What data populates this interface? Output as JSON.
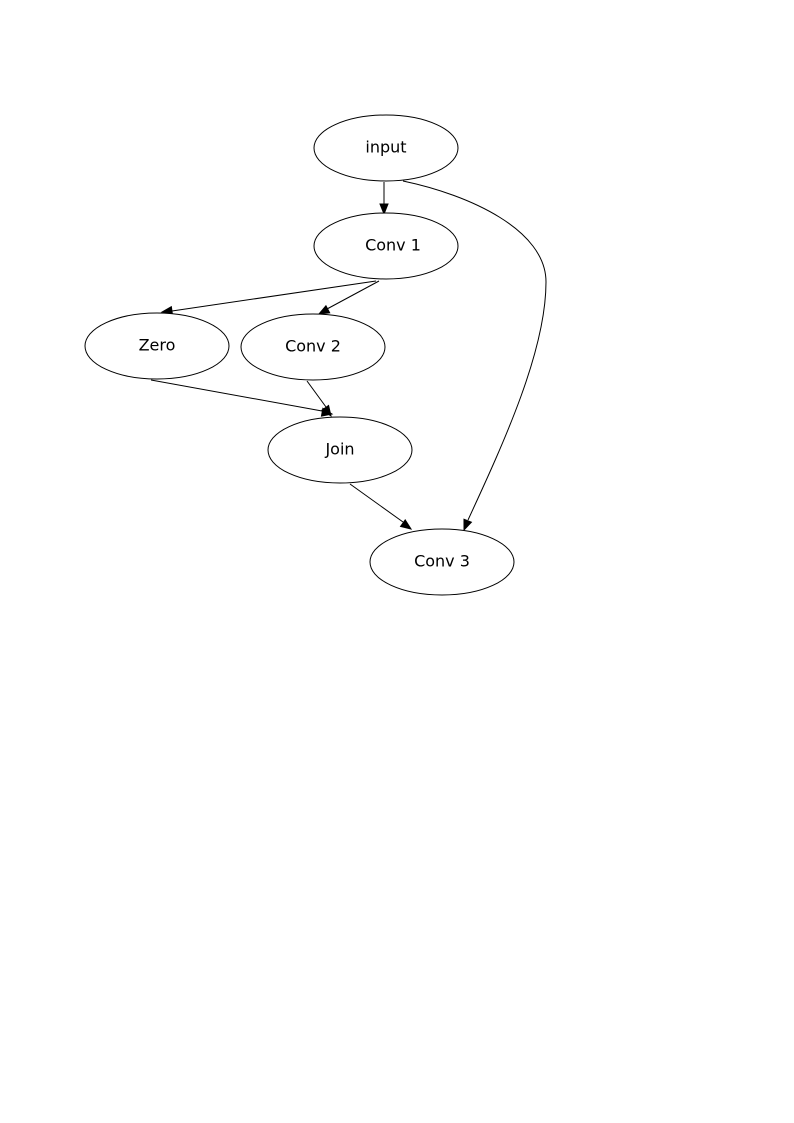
{
  "diagram": {
    "type": "directed-graph",
    "nodes": [
      {
        "id": "input",
        "label": "input"
      },
      {
        "id": "conv1",
        "label": "Conv 1"
      },
      {
        "id": "zero",
        "label": "Zero"
      },
      {
        "id": "conv2",
        "label": "Conv 2"
      },
      {
        "id": "join",
        "label": "Join"
      },
      {
        "id": "conv3",
        "label": "Conv 3"
      }
    ],
    "edges": [
      {
        "from": "input",
        "to": "conv1"
      },
      {
        "from": "input",
        "to": "conv3"
      },
      {
        "from": "conv1",
        "to": "zero"
      },
      {
        "from": "conv1",
        "to": "conv2"
      },
      {
        "from": "zero",
        "to": "join"
      },
      {
        "from": "conv2",
        "to": "join"
      },
      {
        "from": "join",
        "to": "conv3"
      }
    ],
    "colors": {
      "stroke": "#000000",
      "fill": "#ffffff",
      "text": "#000000"
    }
  }
}
